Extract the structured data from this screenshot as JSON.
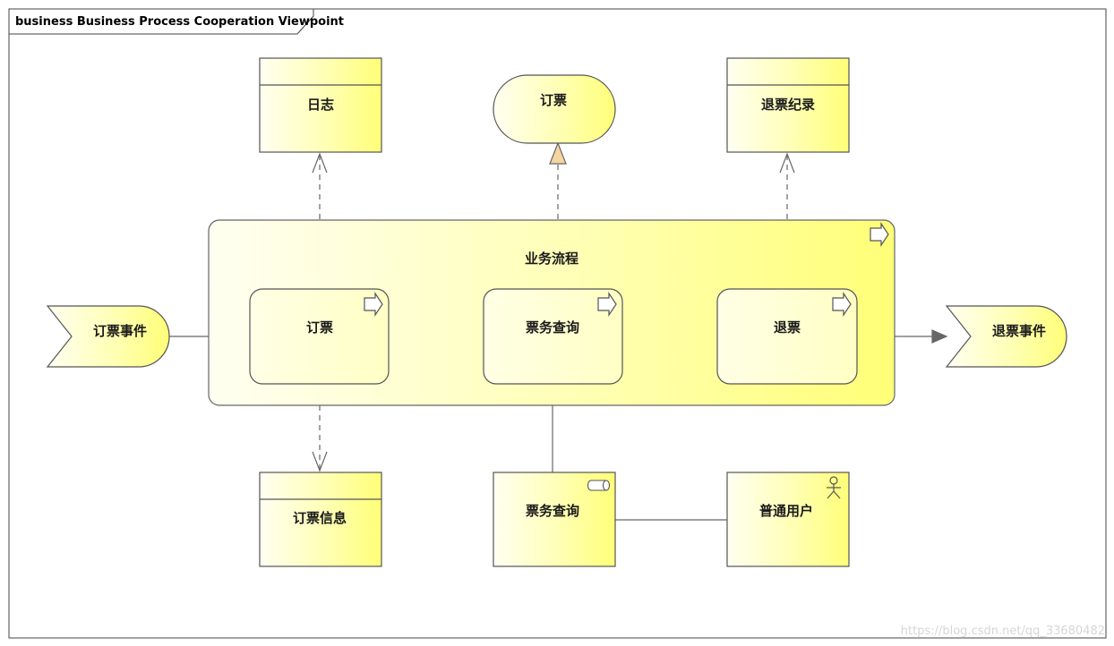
{
  "frame": {
    "title": "business Business Process Cooperation Viewpoint"
  },
  "elements": {
    "log": "日志",
    "booking_service": "订票",
    "refund_record": "退票纪录",
    "process_group": "业务流程",
    "booking_event": "订票事件",
    "process_booking": "订票",
    "process_query": "票务查询",
    "process_refund": "退票",
    "refund_event": "退票事件",
    "booking_info": "订票信息",
    "query_app": "票务查询",
    "regular_user": "普通用户"
  },
  "watermark": "https://blog.csdn.net/qq_33680482",
  "colors": {
    "fill_light": "#ffffe0",
    "fill_dark": "#ffff80",
    "stroke": "#555555",
    "service_arrow": "#f5d5a0"
  }
}
